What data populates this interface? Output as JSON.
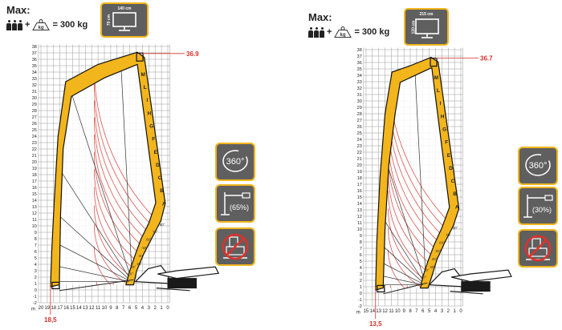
{
  "left": {
    "max_label": "Max:",
    "load_value": "= 300 kg",
    "kg_label": "kg",
    "monitor_width": "140 cm",
    "monitor_height": "70 cm",
    "icons": [
      {
        "name": "rotation-360-icon",
        "label": "360°"
      },
      {
        "name": "outreach-percent-icon",
        "label": "(65%)"
      },
      {
        "name": "no-tracks-icon",
        "label": ""
      }
    ]
  },
  "right": {
    "max_label": "Max:",
    "load_value": "= 300 kg",
    "kg_label": "kg",
    "monitor_width": "215 cm",
    "monitor_height": "120 cm",
    "icons": [
      {
        "name": "rotation-360-icon",
        "label": "360°"
      },
      {
        "name": "outreach-percent-icon",
        "label": "(30%)"
      },
      {
        "name": "no-tracks-icon",
        "label": ""
      }
    ]
  },
  "colors": {
    "boom": "#f2b51c",
    "arc": "#d9534f",
    "marker": "#d6302a",
    "grid": "#9a9a9a",
    "icon_bg": "#5f5f5f"
  },
  "chart_data": [
    {
      "type": "working-range",
      "max_height": 36.9,
      "max_height_label": "36.9",
      "max_outreach": 18.5,
      "max_outreach_label": "18,5",
      "x_ticks": [
        "20",
        "19",
        "18",
        "17",
        "16",
        "15",
        "14",
        "13",
        "12",
        "11",
        "10",
        "9",
        "8",
        "7",
        "6",
        "5",
        "4",
        "3",
        "2",
        "1",
        "0"
      ],
      "y_range": [
        -2,
        38
      ],
      "y_unit": "m",
      "boom_sections": [
        "M",
        "L",
        "I",
        "H",
        "G",
        "F",
        "E",
        "D",
        "C",
        "B",
        "A"
      ],
      "angles": [
        "80°",
        "70°",
        "60°",
        "50°",
        "40°",
        "30°",
        "20°",
        "10°"
      ],
      "envelope_outer": [
        [
          18.5,
          0.5
        ],
        [
          18.3,
          6
        ],
        [
          17.9,
          14
        ],
        [
          17.3,
          24
        ],
        [
          16.1,
          32.5
        ],
        [
          11,
          35.2
        ],
        [
          4.8,
          37.1
        ],
        [
          3.7,
          36.3
        ],
        [
          0.4,
          13.5
        ],
        [
          1.1,
          10.8
        ],
        [
          2.4,
          8.3
        ],
        [
          3.8,
          5.6
        ],
        [
          4.9,
          3
        ],
        [
          5.4,
          0.8
        ]
      ],
      "envelope_inner": [
        [
          17.1,
          0.8
        ],
        [
          16.9,
          12
        ],
        [
          16.5,
          22
        ],
        [
          15.2,
          30.2
        ],
        [
          10,
          33.1
        ],
        [
          4.8,
          35.2
        ],
        [
          1.9,
          13.6
        ],
        [
          3,
          10.4
        ],
        [
          4.2,
          8
        ],
        [
          5.1,
          5.6
        ],
        [
          6,
          3
        ],
        [
          6.6,
          0.8
        ]
      ],
      "pivot": [
        5.6,
        1.2
      ]
    },
    {
      "type": "working-range",
      "max_height": 36.7,
      "max_height_label": "36.7",
      "max_outreach": 13.5,
      "max_outreach_label": "13,5",
      "x_ticks": [
        "15",
        "14",
        "13",
        "12",
        "11",
        "10",
        "9",
        "8",
        "7",
        "6",
        "5",
        "4",
        "3",
        "2",
        "1",
        "0"
      ],
      "y_range": [
        -2,
        38
      ],
      "y_unit": "m",
      "boom_sections": [
        "M",
        "L",
        "I",
        "H",
        "G",
        "F",
        "E",
        "D",
        "C",
        "B",
        "A"
      ],
      "angles": [
        "80°",
        "70°",
        "60°",
        "50°",
        "40°",
        "30°",
        "20°",
        "10°"
      ],
      "envelope_outer": [
        [
          13.5,
          0.5
        ],
        [
          13.3,
          8
        ],
        [
          12.8,
          18
        ],
        [
          12,
          28
        ],
        [
          10.9,
          34.5
        ],
        [
          8,
          35.5
        ],
        [
          4.7,
          36.8
        ],
        [
          3.6,
          36.1
        ],
        [
          0.3,
          13.2
        ],
        [
          1.2,
          10.5
        ],
        [
          2.6,
          7.8
        ],
        [
          3.8,
          5.2
        ],
        [
          4.6,
          2.6
        ],
        [
          5.2,
          0.8
        ]
      ],
      "envelope_inner": [
        [
          12.3,
          0.8
        ],
        [
          12,
          10
        ],
        [
          11.4,
          20
        ],
        [
          10.4,
          28
        ],
        [
          9.6,
          32.9
        ],
        [
          4.6,
          35.2
        ],
        [
          1.8,
          13.4
        ],
        [
          3,
          10.2
        ],
        [
          4.2,
          7.6
        ],
        [
          5.2,
          5
        ],
        [
          6,
          2.6
        ],
        [
          6.4,
          0.8
        ]
      ],
      "pivot": [
        5.5,
        1.2
      ]
    }
  ]
}
